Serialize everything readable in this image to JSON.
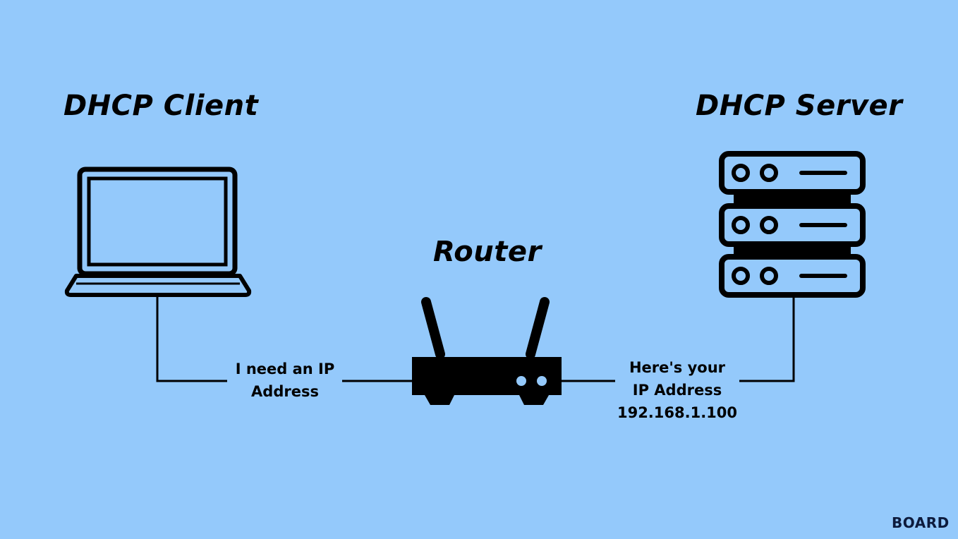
{
  "colors": {
    "background": "#94c9fb",
    "ink": "#000000",
    "logo": "#0d1b3d"
  },
  "nodes": {
    "client": {
      "title": "DHCP Client",
      "icon": "laptop-icon"
    },
    "router": {
      "title": "Router",
      "icon": "router-icon"
    },
    "server": {
      "title": "DHCP Server",
      "icon": "server-rack-icon"
    }
  },
  "messages": {
    "request": [
      "I need an IP",
      "Address"
    ],
    "reply": [
      "Here's your",
      "IP Address",
      "192.168.1.100"
    ]
  },
  "brand": {
    "logo_text": "BOARD"
  }
}
